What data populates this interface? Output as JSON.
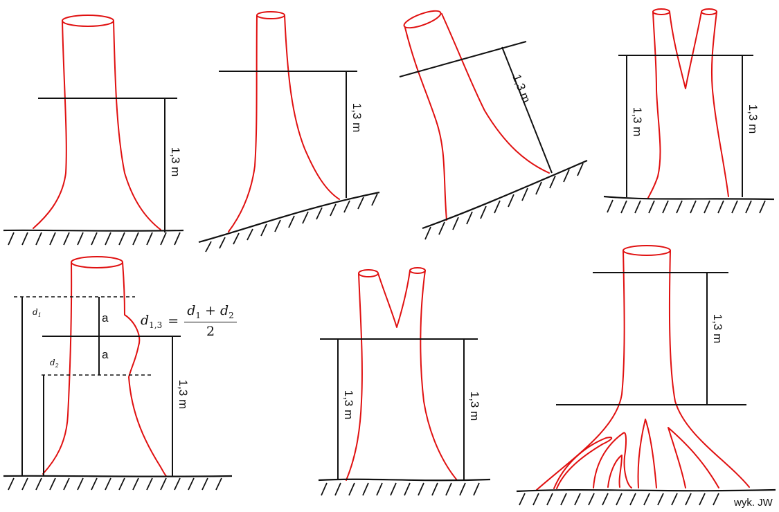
{
  "height_label": "1,3 m",
  "offset_label": "a",
  "d1_label": "d",
  "d1_sub": "1",
  "d2_label": "d",
  "d2_sub": "2",
  "formula": {
    "lhs": "d",
    "lhs_sub": "1,3",
    "equals": "=",
    "numerator_a": "d",
    "numerator_a_sub": "1",
    "plus": " + ",
    "numerator_b": "d",
    "numerator_b_sub": "2",
    "denominator": "2"
  },
  "credit": "wyk. JW",
  "colors": {
    "trunk": "#e01010",
    "lines": "#111111"
  }
}
